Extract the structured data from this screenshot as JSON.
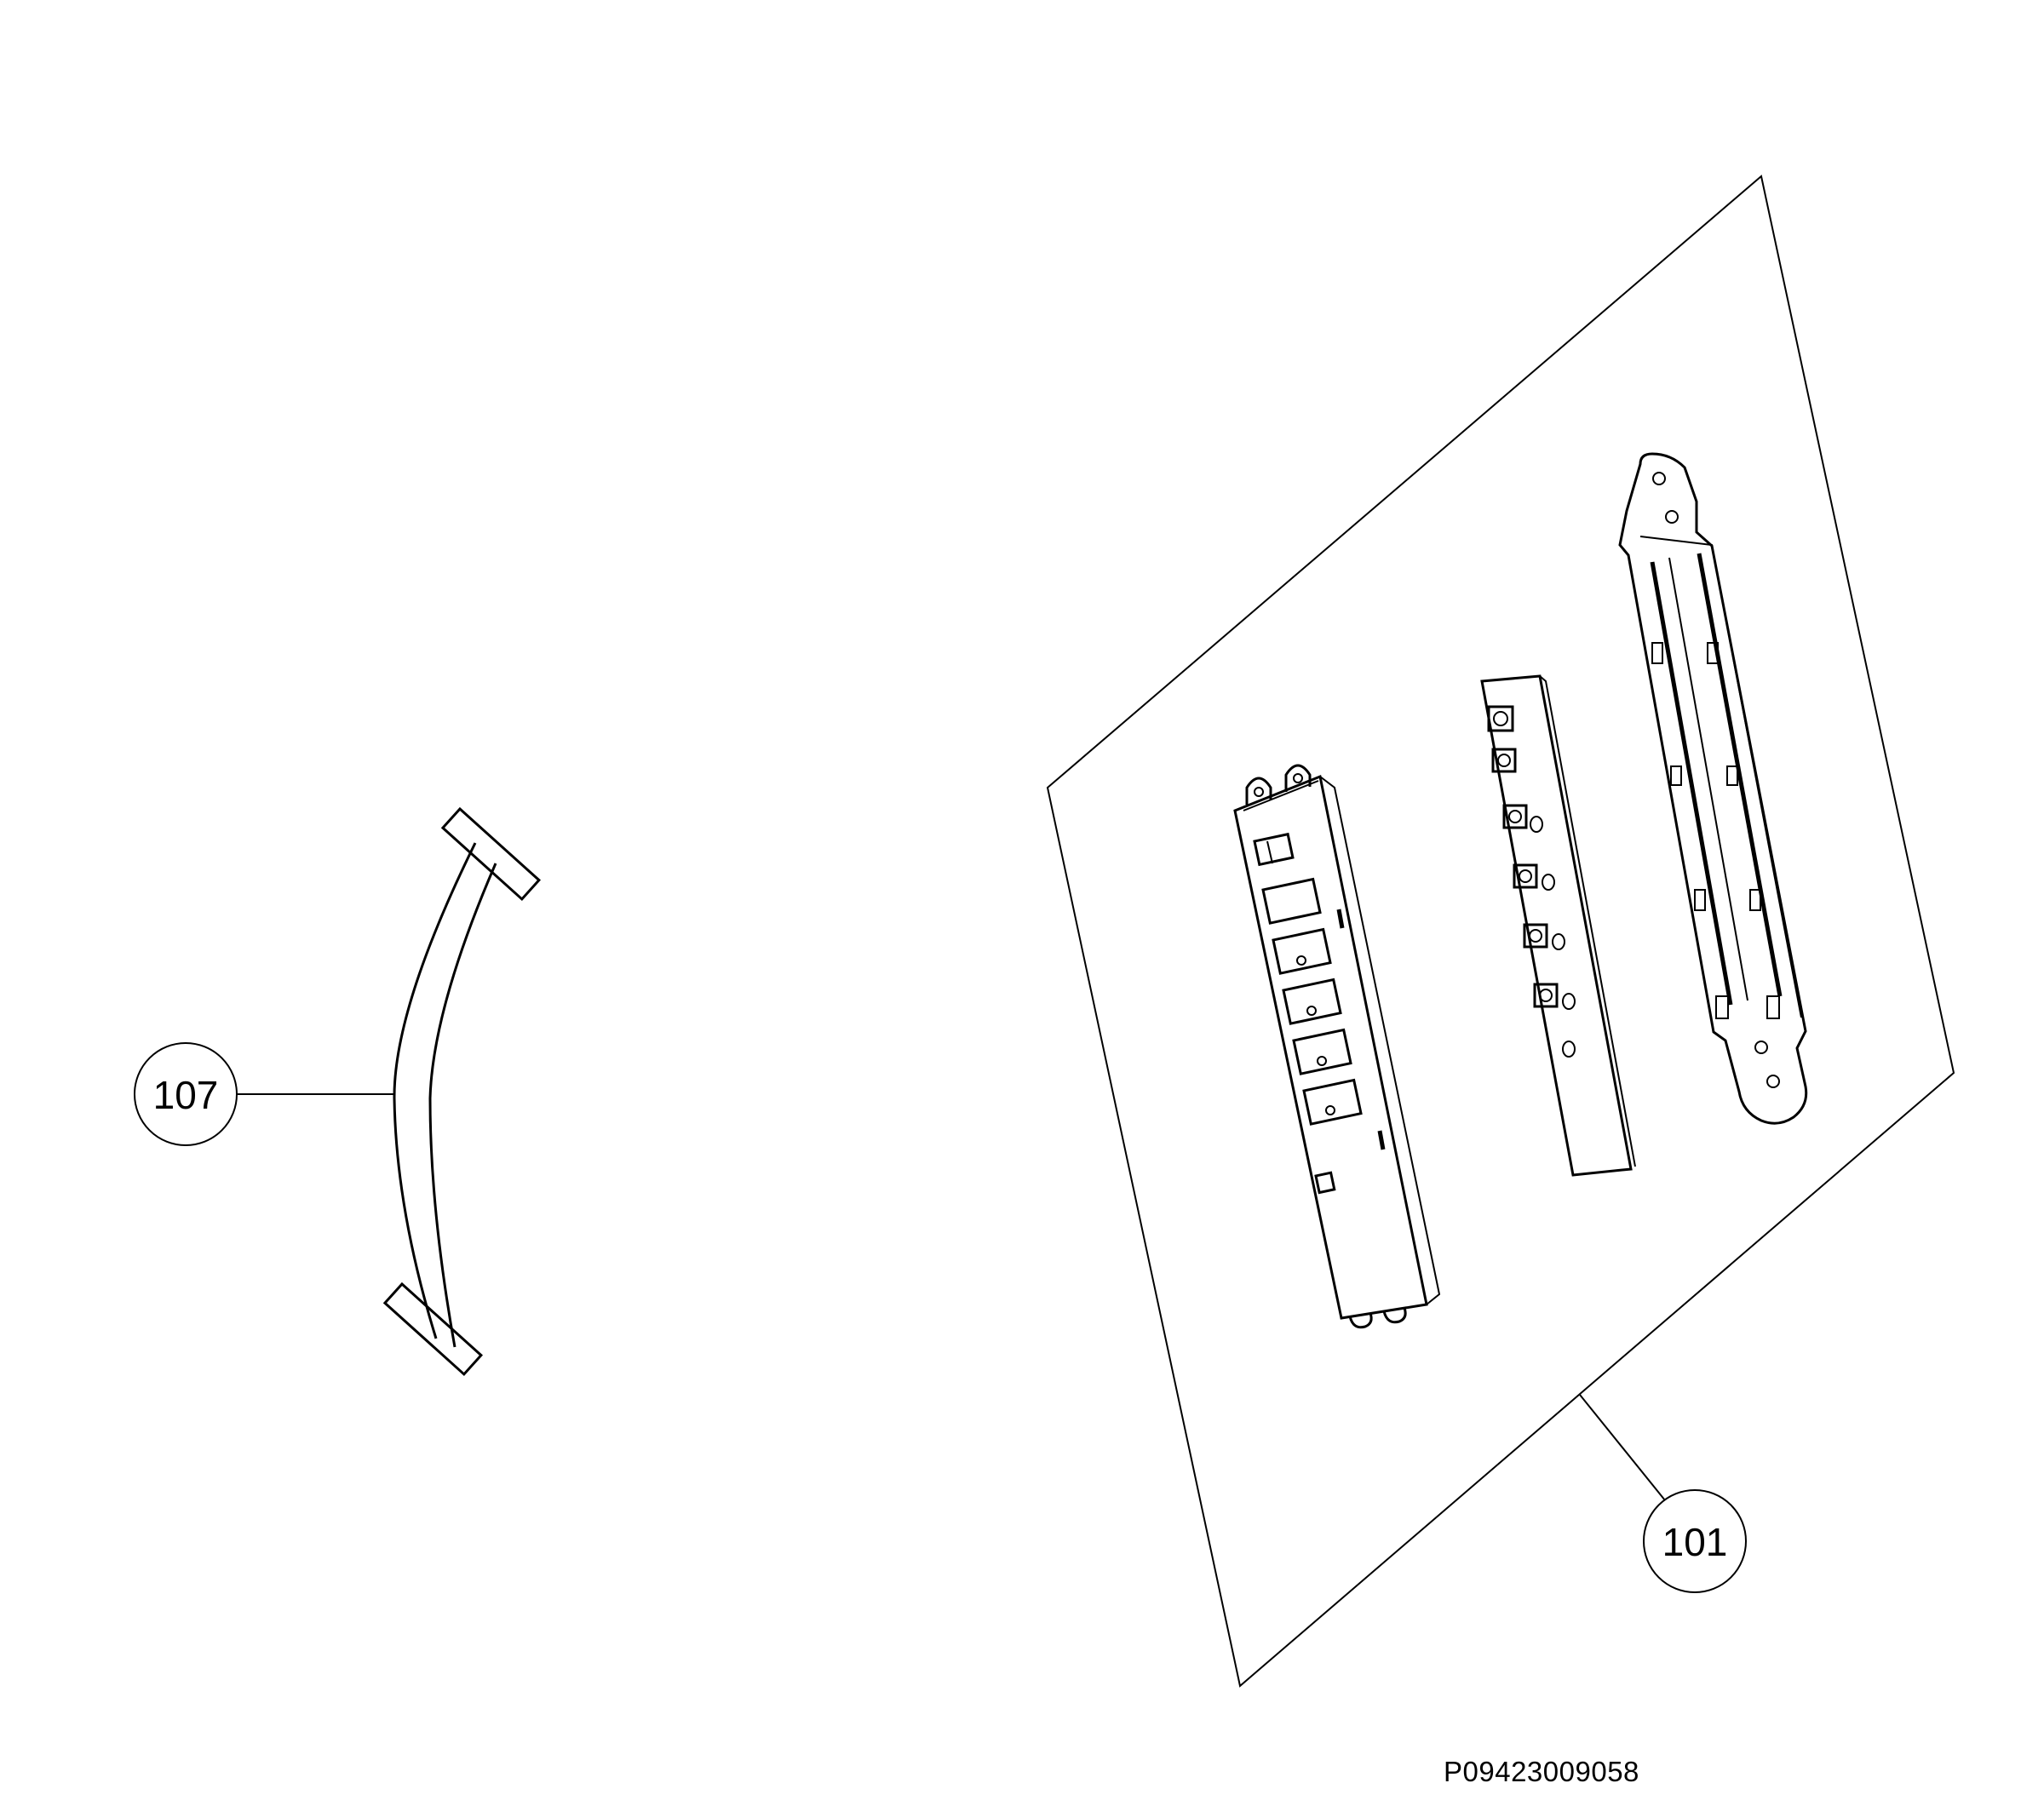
{
  "callouts": [
    {
      "id": "callout-107",
      "label": "107"
    },
    {
      "id": "callout-101",
      "label": "101"
    }
  ],
  "reference_code": "P09423009058",
  "colors": {
    "line": "#000000",
    "background": "#ffffff"
  }
}
